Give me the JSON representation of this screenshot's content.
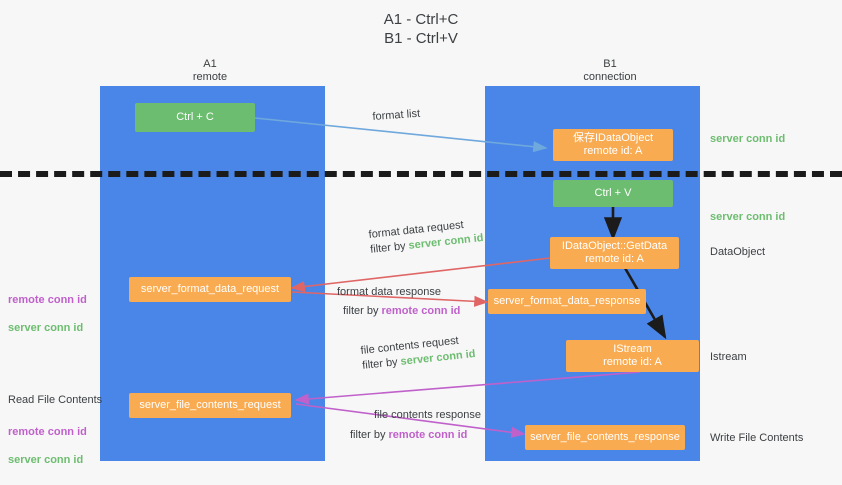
{
  "title": "A1 - Ctrl+C\nB1 - Ctrl+V",
  "colors": {
    "lane": "#4a86e8",
    "green_box": "#6dbd70",
    "orange_box": "#f9ab52",
    "server_conn_id": "#6dbd70",
    "remote_conn_id": "#c061cb",
    "arrow_blue": "#6fa8dc",
    "arrow_red": "#e06666",
    "arrow_magenta": "#c061cb",
    "arrow_black": "#1b1b1b",
    "divider": "#1b1b1b",
    "background": "#f7f7f7"
  },
  "columns": [
    {
      "name": "A1",
      "sub": "remote",
      "header": "A1\nremote"
    },
    {
      "name": "B1",
      "sub": "connection",
      "header": "B1\nconnection"
    }
  ],
  "boxes": [
    {
      "id": "ctrl-c",
      "label": "Ctrl + C",
      "style": "green"
    },
    {
      "id": "save-idataobject",
      "label": "保存IDataObject\nremote id: A",
      "style": "orange"
    },
    {
      "id": "ctrl-v",
      "label": "Ctrl + V",
      "style": "green"
    },
    {
      "id": "idataobject-getdata",
      "label": "IDataObject::GetData\nremote id: A",
      "style": "orange"
    },
    {
      "id": "server-format-data-request",
      "label": "server_format_data_request",
      "style": "orange"
    },
    {
      "id": "server-format-data-response",
      "label": "server_format_data_response",
      "style": "orange"
    },
    {
      "id": "istream",
      "label": "IStream\nremote id: A",
      "style": "orange"
    },
    {
      "id": "server-file-contents-request",
      "label": "server_file_contents_request",
      "style": "orange"
    },
    {
      "id": "server-file-contents-response",
      "label": "server_file_contents_response",
      "style": "orange"
    }
  ],
  "edge_labels": [
    {
      "id": "format-list",
      "line1": "format list",
      "filter_prefix": "",
      "filter_value": ""
    },
    {
      "id": "format-data-request",
      "line1": "format data request",
      "filter_prefix": "filter by ",
      "filter_value": "server conn id",
      "filter_color": "green"
    },
    {
      "id": "format-data-response",
      "line1": "format data response",
      "filter_prefix": "filter by ",
      "filter_value": "remote conn id",
      "filter_color": "purple"
    },
    {
      "id": "file-contents-request",
      "line1": "file contents request",
      "filter_prefix": "filter by ",
      "filter_value": "server conn id",
      "filter_color": "green"
    },
    {
      "id": "file-contents-response",
      "line1": "file contents response",
      "filter_prefix": "filter by ",
      "filter_value": "remote conn id",
      "filter_color": "purple"
    }
  ],
  "right_labels": [
    {
      "id": "server-conn-id-1",
      "text": "server conn id",
      "color": "green"
    },
    {
      "id": "server-conn-id-2",
      "text": "server conn id",
      "color": "green"
    },
    {
      "id": "dataobject",
      "text": "DataObject",
      "color": "dark"
    },
    {
      "id": "istream-label",
      "text": "Istream",
      "color": "dark"
    },
    {
      "id": "write-file-contents",
      "text": "Write File Contents",
      "color": "dark"
    }
  ],
  "left_labels": [
    {
      "id": "conn-ids-upper",
      "remote": "remote conn id",
      "server": "server conn id"
    },
    {
      "id": "read-file-contents",
      "text": "Read File Contents"
    },
    {
      "id": "conn-ids-lower",
      "remote": "remote conn id",
      "server": "server conn id"
    }
  ]
}
